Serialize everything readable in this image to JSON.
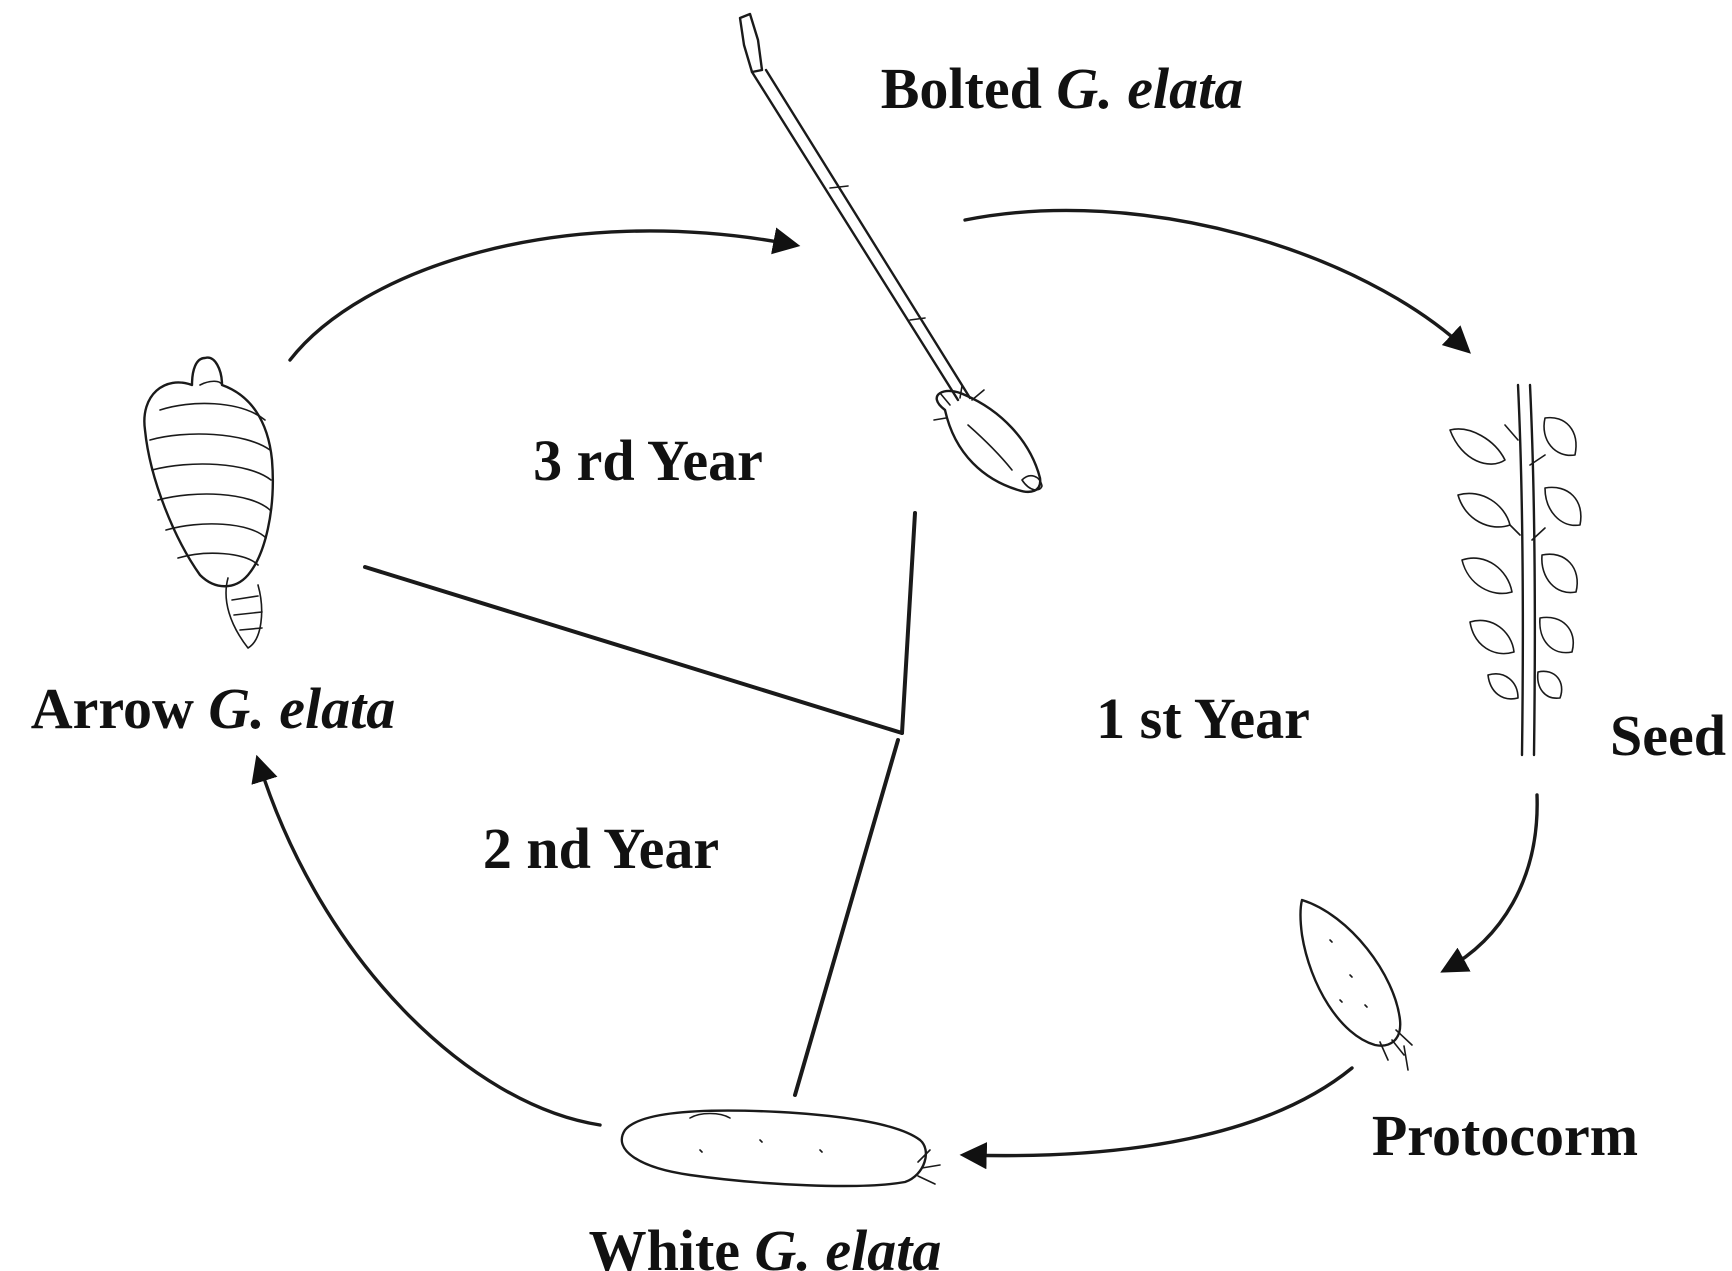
{
  "stages": {
    "bolted": {
      "pre": "Bolted ",
      "italic": "G. elata"
    },
    "seed": {
      "pre": "Seed",
      "italic": ""
    },
    "protocorm": {
      "pre": "Protocorm",
      "italic": ""
    },
    "white": {
      "pre": "White ",
      "italic": "G. elata"
    },
    "arrow": {
      "pre": "Arrow ",
      "italic": "G. elata"
    }
  },
  "years": {
    "first": "1 st Year",
    "second": "2 nd Year",
    "third": "3 rd Year"
  },
  "icons": {
    "bolted": "bolted-stem-tuber-icon",
    "seed": "flower-spike-icon",
    "protocorm": "protocorm-icon",
    "white": "white-tuber-icon",
    "arrow": "arrow-tuber-icon"
  },
  "colors": {
    "ink": "#111111",
    "background": "#ffffff"
  }
}
